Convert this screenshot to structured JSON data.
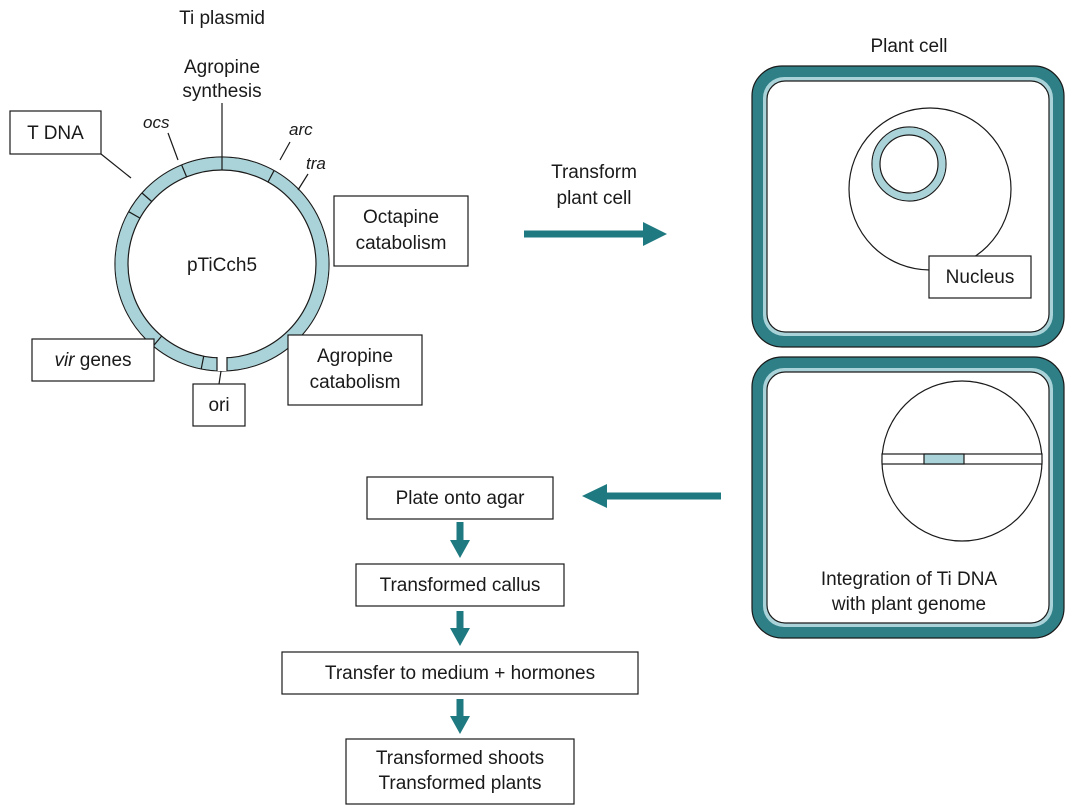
{
  "plasmid": {
    "title": "Ti plasmid",
    "name": "pTiCch5",
    "top_label_line1": "Agropine",
    "top_label_line2": "synthesis",
    "ocs": "ocs",
    "arc": "arc",
    "tra": "tra",
    "t_dna": "T DNA",
    "octapine_line1": "Octapine",
    "octapine_line2": "catabolism",
    "vir_italic": "vir",
    "vir_rest": " genes",
    "ori": "ori",
    "agropine_cat_line1": "Agropine",
    "agropine_cat_line2": "catabolism"
  },
  "transform": {
    "line1": "Transform",
    "line2": "plant cell"
  },
  "cell": {
    "title": "Plant cell",
    "nucleus": "Nucleus",
    "integration_line1": "Integration of Ti DNA",
    "integration_line2": "with plant genome"
  },
  "flow": {
    "step1": "Plate onto agar",
    "step2": "Transformed callus",
    "step3": "Transfer to medium + hormones",
    "step4_line1": "Transformed shoots",
    "step4_line2": "Transformed plants"
  },
  "colors": {
    "band": "#a9d3d8",
    "teal": "#2e7f86",
    "arrow": "#1e7a80",
    "stroke": "#1a1a1a"
  }
}
